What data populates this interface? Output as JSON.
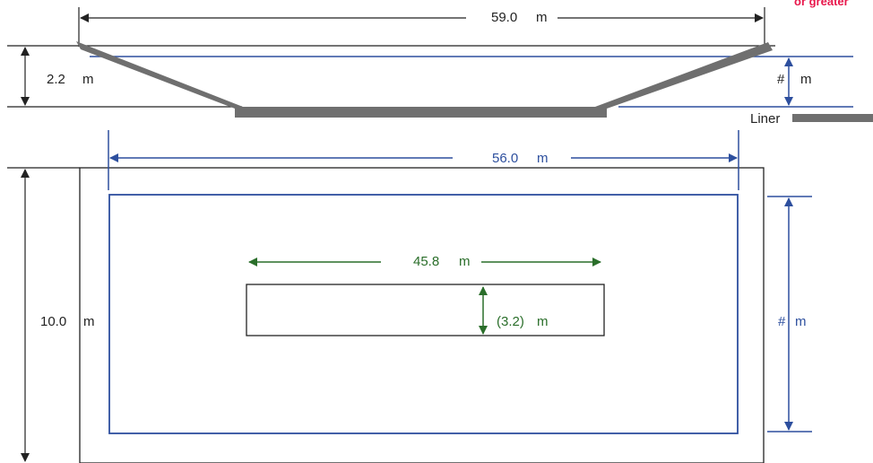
{
  "colors": {
    "black": "#222222",
    "blue": "#2d4f9e",
    "green": "#2a6e2a",
    "liner_gray": "#6f6f6f",
    "note_red": "#e8184c"
  },
  "section_view": {
    "top_width_value": "59.0",
    "top_width_unit": "m",
    "depth_value": "2.2",
    "depth_unit": "m",
    "water_depth_value": "#",
    "water_depth_unit": "m",
    "liner_label": "Liner",
    "note_text": "or greater"
  },
  "plan_view": {
    "inner_width_value": "56.0",
    "inner_width_unit": "m",
    "outer_height_value": "10.0",
    "outer_height_unit": "m",
    "inner_height_value": "#",
    "inner_height_unit": "m",
    "bottom_length_value": "45.8",
    "bottom_length_unit": "m",
    "bottom_width_value": "(3.2)",
    "bottom_width_unit": "m"
  }
}
